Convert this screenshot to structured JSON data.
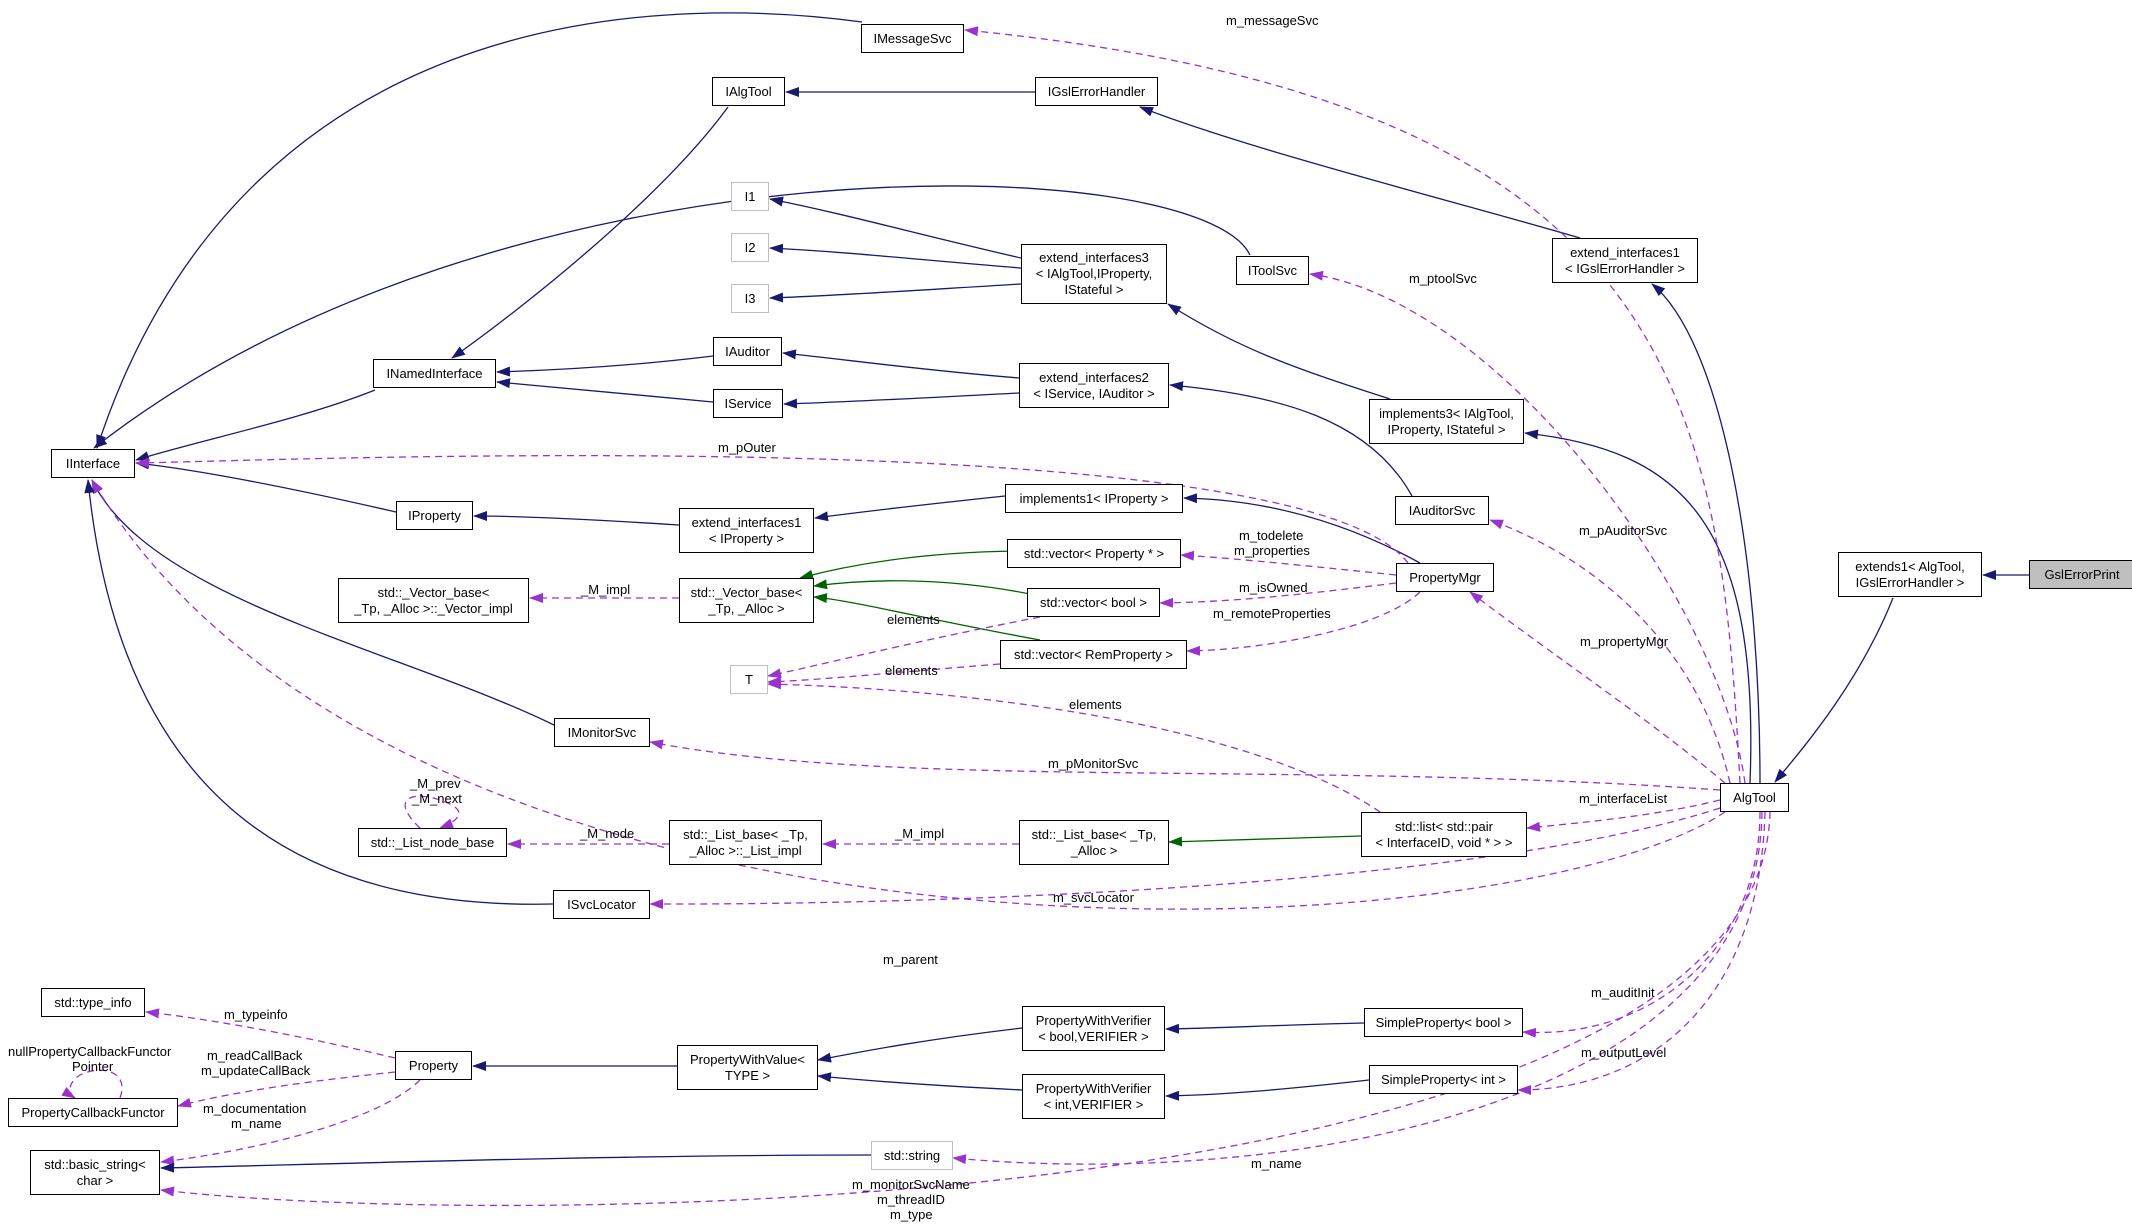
{
  "colors": {
    "inheritance": "#191970",
    "usage": "#9a32cd",
    "template": "#006400",
    "box_border": "#000000",
    "box_missing": "#bfbfbf",
    "box_focus_fill": "#bfbfbf"
  },
  "nodes": [
    {
      "id": "IMessageSvc",
      "lines": [
        "IMessageSvc"
      ]
    },
    {
      "id": "IAlgTool",
      "lines": [
        "IAlgTool"
      ]
    },
    {
      "id": "IGslErrorHandler",
      "lines": [
        "IGslErrorHandler"
      ]
    },
    {
      "id": "I1",
      "lines": [
        "I1"
      ]
    },
    {
      "id": "I2",
      "lines": [
        "I2"
      ]
    },
    {
      "id": "I3",
      "lines": [
        "I3"
      ]
    },
    {
      "id": "extend_interfaces3",
      "lines": [
        "extend_interfaces3",
        "< IAlgTool,IProperty,",
        "IStateful >"
      ]
    },
    {
      "id": "IToolSvc",
      "lines": [
        "IToolSvc"
      ]
    },
    {
      "id": "extend_interfaces1_gsl",
      "lines": [
        "extend_interfaces1",
        "< IGslErrorHandler >"
      ]
    },
    {
      "id": "IAuditor",
      "lines": [
        "IAuditor"
      ]
    },
    {
      "id": "INamedInterface",
      "lines": [
        "INamedInterface"
      ]
    },
    {
      "id": "extend_interfaces2",
      "lines": [
        "extend_interfaces2",
        "< IService, IAuditor >"
      ]
    },
    {
      "id": "IService",
      "lines": [
        "IService"
      ]
    },
    {
      "id": "implements3",
      "lines": [
        "implements3< IAlgTool,",
        "IProperty, IStateful >"
      ]
    },
    {
      "id": "IInterface",
      "lines": [
        "IInterface"
      ]
    },
    {
      "id": "implements1",
      "lines": [
        "implements1< IProperty >"
      ]
    },
    {
      "id": "IAuditorSvc",
      "lines": [
        "IAuditorSvc"
      ]
    },
    {
      "id": "IProperty",
      "lines": [
        "IProperty"
      ]
    },
    {
      "id": "extend_interfaces1_prop",
      "lines": [
        "extend_interfaces1",
        "< IProperty >"
      ]
    },
    {
      "id": "extends1",
      "lines": [
        "extends1< AlgTool,",
        "IGslErrorHandler >"
      ]
    },
    {
      "id": "GslErrorPrint",
      "lines": [
        "GslErrorPrint"
      ]
    },
    {
      "id": "vector_property",
      "lines": [
        "std::vector< Property * >"
      ]
    },
    {
      "id": "vector_impl",
      "lines": [
        "std::_Vector_base<",
        "_Tp, _Alloc >::_Vector_impl"
      ]
    },
    {
      "id": "vector_base",
      "lines": [
        "std::_Vector_base<",
        "_Tp, _Alloc >"
      ]
    },
    {
      "id": "vector_bool",
      "lines": [
        "std::vector< bool >"
      ]
    },
    {
      "id": "PropertyMgr",
      "lines": [
        "PropertyMgr"
      ]
    },
    {
      "id": "vector_remprop",
      "lines": [
        "std::vector< RemProperty >"
      ]
    },
    {
      "id": "T",
      "lines": [
        "T"
      ]
    },
    {
      "id": "IMonitorSvc",
      "lines": [
        "IMonitorSvc"
      ]
    },
    {
      "id": "list_node_base",
      "lines": [
        "std::_List_node_base"
      ]
    },
    {
      "id": "list_impl",
      "lines": [
        "std::_List_base< _Tp,",
        "_Alloc >::_List_impl"
      ]
    },
    {
      "id": "list_base",
      "lines": [
        "std::_List_base< _Tp,",
        "_Alloc >"
      ]
    },
    {
      "id": "list_pair",
      "lines": [
        "std::list< std::pair",
        "< InterfaceID, void * > >"
      ]
    },
    {
      "id": "AlgTool",
      "lines": [
        "AlgTool"
      ]
    },
    {
      "id": "ISvcLocator",
      "lines": [
        "ISvcLocator"
      ]
    },
    {
      "id": "type_info",
      "lines": [
        "std::type_info"
      ]
    },
    {
      "id": "PropertyCallbackFunctor",
      "lines": [
        "PropertyCallbackFunctor"
      ]
    },
    {
      "id": "Property",
      "lines": [
        "Property"
      ]
    },
    {
      "id": "PropertyWithValue",
      "lines": [
        "PropertyWithValue<",
        "TYPE >"
      ]
    },
    {
      "id": "PropertyWithVerifier_bool",
      "lines": [
        "PropertyWithVerifier",
        "< bool,VERIFIER >"
      ]
    },
    {
      "id": "SimpleProperty_bool",
      "lines": [
        "SimpleProperty< bool >"
      ]
    },
    {
      "id": "PropertyWithVerifier_int",
      "lines": [
        "PropertyWithVerifier",
        "< int,VERIFIER >"
      ]
    },
    {
      "id": "SimpleProperty_int",
      "lines": [
        "SimpleProperty< int >"
      ]
    },
    {
      "id": "basic_string",
      "lines": [
        "std::basic_string<",
        "char >"
      ]
    },
    {
      "id": "std_string",
      "lines": [
        "std::string"
      ]
    }
  ],
  "edge_labels": [
    {
      "id": "lbl_messageSvc",
      "text": "m_messageSvc"
    },
    {
      "id": "lbl_ptoolSvc",
      "text": "m_ptoolSvc"
    },
    {
      "id": "lbl_pOuter",
      "text": "m_pOuter"
    },
    {
      "id": "lbl_todelete",
      "text": "m_todelete"
    },
    {
      "id": "lbl_properties",
      "text": "m_properties"
    },
    {
      "id": "lbl_isOwned",
      "text": "m_isOwned"
    },
    {
      "id": "lbl_remoteProperties",
      "text": "m_remoteProperties"
    },
    {
      "id": "lbl_pAuditorSvc",
      "text": "m_pAuditorSvc"
    },
    {
      "id": "lbl_M_impl_vec",
      "text": "_M_impl"
    },
    {
      "id": "lbl_elements_1",
      "text": "elements"
    },
    {
      "id": "lbl_elements_2",
      "text": "elements"
    },
    {
      "id": "lbl_elements_3",
      "text": "elements"
    },
    {
      "id": "lbl_propertyMgr",
      "text": "m_propertyMgr"
    },
    {
      "id": "lbl_pMonitorSvc",
      "text": "m_pMonitorSvc"
    },
    {
      "id": "lbl_M_prev",
      "text": "_M_prev"
    },
    {
      "id": "lbl_M_next",
      "text": "_M_next"
    },
    {
      "id": "lbl_M_node",
      "text": "_M_node"
    },
    {
      "id": "lbl_M_impl_list",
      "text": "_M_impl"
    },
    {
      "id": "lbl_interfaceList",
      "text": "m_interfaceList"
    },
    {
      "id": "lbl_svcLocator",
      "text": "m_svcLocator"
    },
    {
      "id": "lbl_parent",
      "text": "m_parent"
    },
    {
      "id": "lbl_typeinfo",
      "text": "m_typeinfo"
    },
    {
      "id": "lbl_nullPropertyCallbackFunctor",
      "text": "nullPropertyCallbackFunctor"
    },
    {
      "id": "lbl_Pointer",
      "text": "Pointer"
    },
    {
      "id": "lbl_readCallBack",
      "text": "m_readCallBack"
    },
    {
      "id": "lbl_updateCallBack",
      "text": "m_updateCallBack"
    },
    {
      "id": "lbl_documentation",
      "text": "m_documentation"
    },
    {
      "id": "lbl_name_prop",
      "text": "m_name"
    },
    {
      "id": "lbl_auditInit",
      "text": "m_auditInit"
    },
    {
      "id": "lbl_outputLevel",
      "text": "m_outputLevel"
    },
    {
      "id": "lbl_name_string",
      "text": "m_name"
    },
    {
      "id": "lbl_monitorSvcName",
      "text": "m_monitorSvcName"
    },
    {
      "id": "lbl_threadID",
      "text": "m_threadID"
    },
    {
      "id": "lbl_type",
      "text": "m_type"
    }
  ]
}
